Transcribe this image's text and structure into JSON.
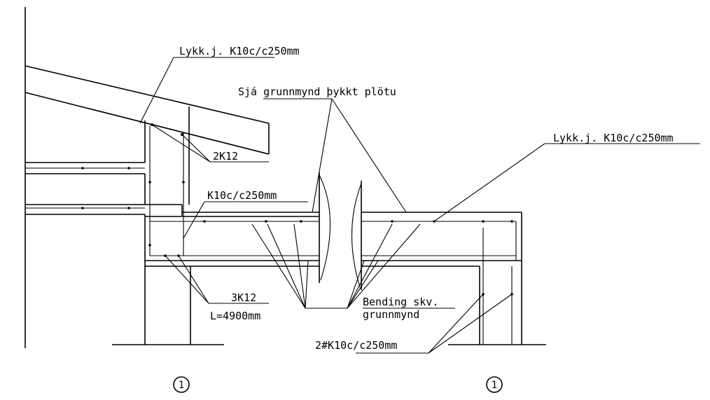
{
  "labels": {
    "lykkj_top": "Lykk.j. K10c/c250mm",
    "sja": "Sjá grunnmynd þykkt plötu",
    "lykkj_right": "Lykk.j. K10c/c250mm",
    "two_k12": "2K12",
    "k10": "K10c/c250mm",
    "three_k12": "3K12",
    "length": "L=4900mm",
    "bending_1": "Bending skv.",
    "bending_2": "grunnmynd",
    "two_hash_k10": "2#K10c/c250mm"
  },
  "grid_markers": [
    {
      "label": "1"
    },
    {
      "label": "1"
    }
  ]
}
